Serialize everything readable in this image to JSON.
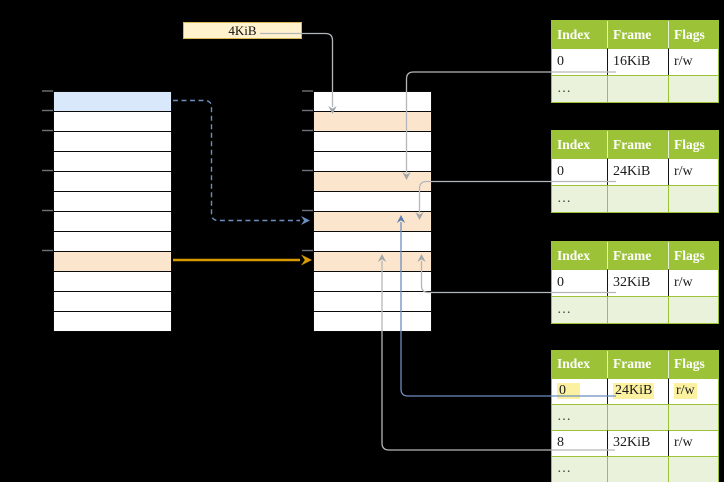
{
  "page_size_box": {
    "label": "4KiB"
  },
  "left_column": {
    "rows": [
      "blue",
      "white",
      "white",
      "white",
      "white",
      "white",
      "white",
      "white",
      "peach",
      "white",
      "white",
      "white"
    ]
  },
  "middle_column": {
    "rows": [
      "white",
      "peach",
      "white",
      "white",
      "peach",
      "white",
      "peach",
      "white",
      "peach",
      "white",
      "white",
      "white"
    ]
  },
  "tables": [
    {
      "headers": [
        "Index",
        "Frame",
        "Flags"
      ],
      "rows": [
        {
          "type": "data",
          "highlight": false,
          "cells": [
            "0",
            "16KiB",
            "r/w"
          ]
        },
        {
          "type": "dots",
          "cells": [
            "…",
            "",
            ""
          ]
        }
      ]
    },
    {
      "headers": [
        "Index",
        "Frame",
        "Flags"
      ],
      "rows": [
        {
          "type": "data",
          "highlight": false,
          "cells": [
            "0",
            "24KiB",
            "r/w"
          ]
        },
        {
          "type": "dots",
          "cells": [
            "…",
            "",
            ""
          ]
        }
      ]
    },
    {
      "headers": [
        "Index",
        "Frame",
        "Flags"
      ],
      "rows": [
        {
          "type": "data",
          "highlight": false,
          "cells": [
            "0",
            "32KiB",
            "r/w"
          ]
        },
        {
          "type": "dots",
          "cells": [
            "…",
            "",
            ""
          ]
        }
      ]
    },
    {
      "headers": [
        "Index",
        "Frame",
        "Flags"
      ],
      "rows": [
        {
          "type": "data",
          "highlight": true,
          "cells": [
            "0",
            "24KiB",
            "r/w"
          ]
        },
        {
          "type": "dots",
          "cells": [
            "…",
            "",
            ""
          ]
        },
        {
          "type": "data",
          "highlight": false,
          "cells": [
            "8",
            "32KiB",
            "r/w"
          ]
        },
        {
          "type": "dots",
          "cells": [
            "…",
            "",
            ""
          ]
        }
      ]
    }
  ],
  "colors": {
    "background": "#000000",
    "table_header_green": "#9CC338",
    "table_light_green": "#EAF2DC",
    "row_blue": "#DAE8FC",
    "row_peach": "#FCE5CD",
    "box_fill": "#FFF2CC",
    "box_border": "#D6B656",
    "highlight_yellow": "#FBF1A1",
    "line_gray": "#B4B7BA",
    "line_blue": "#6C8EBF",
    "line_orange": "#D79B00"
  }
}
